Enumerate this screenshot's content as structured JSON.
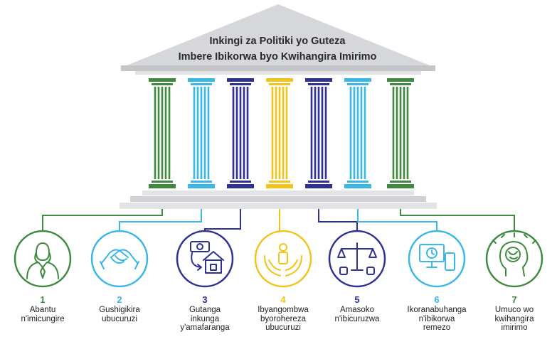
{
  "title": {
    "line1": "Inkingi za Politiki yo Guteza",
    "line2": "Imbere Ibikorwa byo Kwihangira Imirimo"
  },
  "colors": {
    "roof": "#d5d7da",
    "roof_edge": "#c4c6c9",
    "step_light": "#e2e3e5",
    "step_mid": "#cfd1d4",
    "green": "#3f8a3f",
    "lightblue": "#39b7e6",
    "navy": "#2e3192",
    "yellow": "#f2c31a"
  },
  "pillars": [
    {
      "number": "1",
      "color_key": "green",
      "icon": "person-icon",
      "line1": "Abantu",
      "line2": "n'imicungire",
      "line3": ""
    },
    {
      "number": "2",
      "color_key": "lightblue",
      "icon": "handshake-icon",
      "line1": "Gushigikira",
      "line2": "ubucuruzi",
      "line3": ""
    },
    {
      "number": "3",
      "color_key": "navy",
      "icon": "money-house-icon",
      "line1": "Gutanga",
      "line2": "inkunga",
      "line3": "y'amafaranga"
    },
    {
      "number": "4",
      "color_key": "yellow",
      "icon": "hands-person-icon",
      "line1": "Ibyangombwa",
      "line2": "byorohereza",
      "line3": "ubucuruzi"
    },
    {
      "number": "5",
      "color_key": "navy",
      "icon": "scales-icon",
      "line1": "Amasoko",
      "line2": "n'ibicuruzwa",
      "line3": ""
    },
    {
      "number": "6",
      "color_key": "lightblue",
      "icon": "computer-phone-icon",
      "line1": "Ikoranabuhanga",
      "line2": "n'ibikorwa",
      "line3": "remezo"
    },
    {
      "number": "7",
      "color_key": "green",
      "icon": "brain-head-icon",
      "line1": "Umuco wo",
      "line2": "kwihangira",
      "line3": "imirimo"
    }
  ]
}
